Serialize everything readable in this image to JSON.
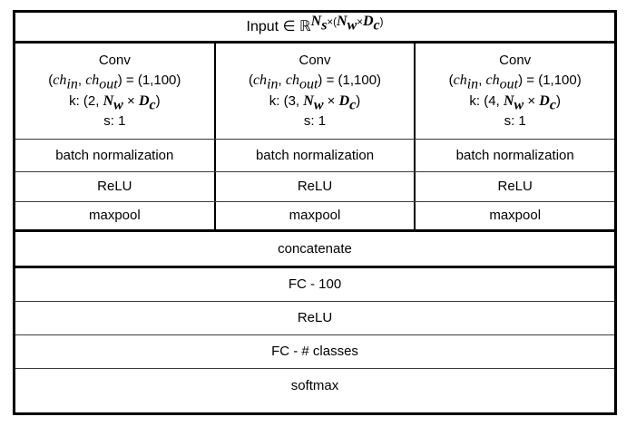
{
  "figure": {
    "type": "neural-network-architecture-table",
    "background_color": "#ffffff",
    "border_color": "#000000"
  },
  "input_row": {
    "label_prefix": "Input",
    "membership_symbol": "∈",
    "space_symbol": "ℝ",
    "dim_first": "N",
    "dim_first_sub": "s",
    "times": "×",
    "dim_second": "N",
    "dim_second_sub": "w",
    "dim_third": "D",
    "dim_third_sub": "c",
    "full_text": "Input ∈ ℝ^{N_s×(N_w×D_c)}"
  },
  "branches": [
    {
      "title": "Conv",
      "channels_label_in": "ch",
      "channels_sub_in": "in",
      "channels_label_out": "ch",
      "channels_sub_out": "out",
      "channels_value": "= (1,100)",
      "kernel_prefix": "k: (",
      "kernel_size": "2",
      "kernel_dim_w": "N",
      "kernel_dim_w_sub": "w",
      "kernel_times": "×",
      "kernel_dim_d": "D",
      "kernel_dim_d_sub": "c",
      "kernel_suffix": ")",
      "stride": "s: 1",
      "batch_norm": "batch normalization",
      "activation": "ReLU",
      "pooling": "maxpool"
    },
    {
      "title": "Conv",
      "channels_label_in": "ch",
      "channels_sub_in": "in",
      "channels_label_out": "ch",
      "channels_sub_out": "out",
      "channels_value": "= (1,100)",
      "kernel_prefix": "k: (",
      "kernel_size": "3",
      "kernel_dim_w": "N",
      "kernel_dim_w_sub": "w",
      "kernel_times": "×",
      "kernel_dim_d": "D",
      "kernel_dim_d_sub": "c",
      "kernel_suffix": ")",
      "stride": "s: 1",
      "batch_norm": "batch normalization",
      "activation": "ReLU",
      "pooling": "maxpool"
    },
    {
      "title": "Conv",
      "channels_label_in": "ch",
      "channels_sub_in": "in",
      "channels_label_out": "ch",
      "channels_sub_out": "out",
      "channels_value": "= (1,100)",
      "kernel_prefix": "k: (",
      "kernel_size": "4",
      "kernel_dim_w": "N",
      "kernel_dim_w_sub": "w",
      "kernel_times": "×",
      "kernel_dim_d": "D",
      "kernel_dim_d_sub": "c",
      "kernel_suffix": ")",
      "stride": "s: 1",
      "batch_norm": "batch normalization",
      "activation": "ReLU",
      "pooling": "maxpool"
    }
  ],
  "merged_layers": [
    {
      "label": "concatenate"
    },
    {
      "label": "FC - 100"
    },
    {
      "label": "ReLU"
    },
    {
      "label": "FC - # classes"
    },
    {
      "label": "softmax"
    }
  ]
}
